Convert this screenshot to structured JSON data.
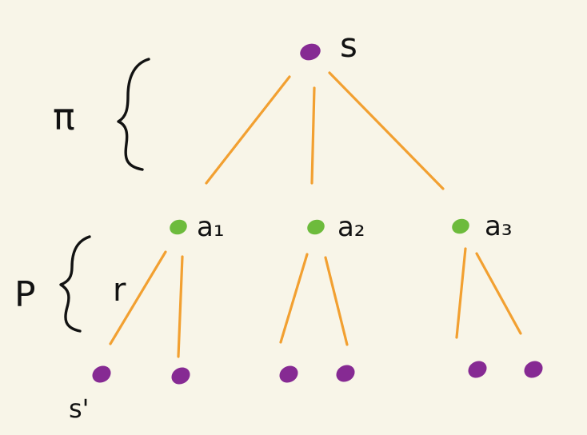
{
  "colors": {
    "background": "#f8f5e8",
    "edge": "#f2a031",
    "state_node": "#862a93",
    "action_node": "#6dbb3c",
    "ink": "#121212"
  },
  "root": {
    "label": "s"
  },
  "actions": [
    {
      "label": "a₁"
    },
    {
      "label": "a₂"
    },
    {
      "label": "a₃"
    }
  ],
  "next_state": {
    "label": "s'"
  },
  "braces": {
    "policy": {
      "symbol": "π"
    },
    "transition": {
      "symbol": "P",
      "inner_label": "r"
    }
  }
}
